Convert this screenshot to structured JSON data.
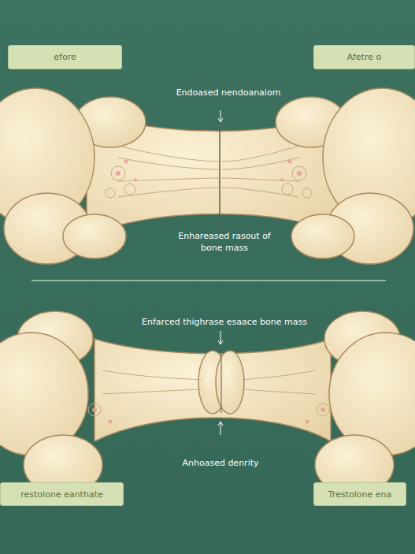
{
  "diagram": {
    "nodes": [
      {
        "text": [
          "efore"
        ]
      },
      {
        "text": [
          "Afetre o"
        ]
      },
      {
        "text": [
          "restolone eanthate"
        ]
      },
      {
        "text": [
          "Trestolone ena"
        ]
      }
    ],
    "labels": [
      "Endoased nendoanaiom",
      "Enhareased rasout of bone mass",
      "Enfarced thighrase esaace bone mass",
      "Anhoased denrity"
    ]
  }
}
